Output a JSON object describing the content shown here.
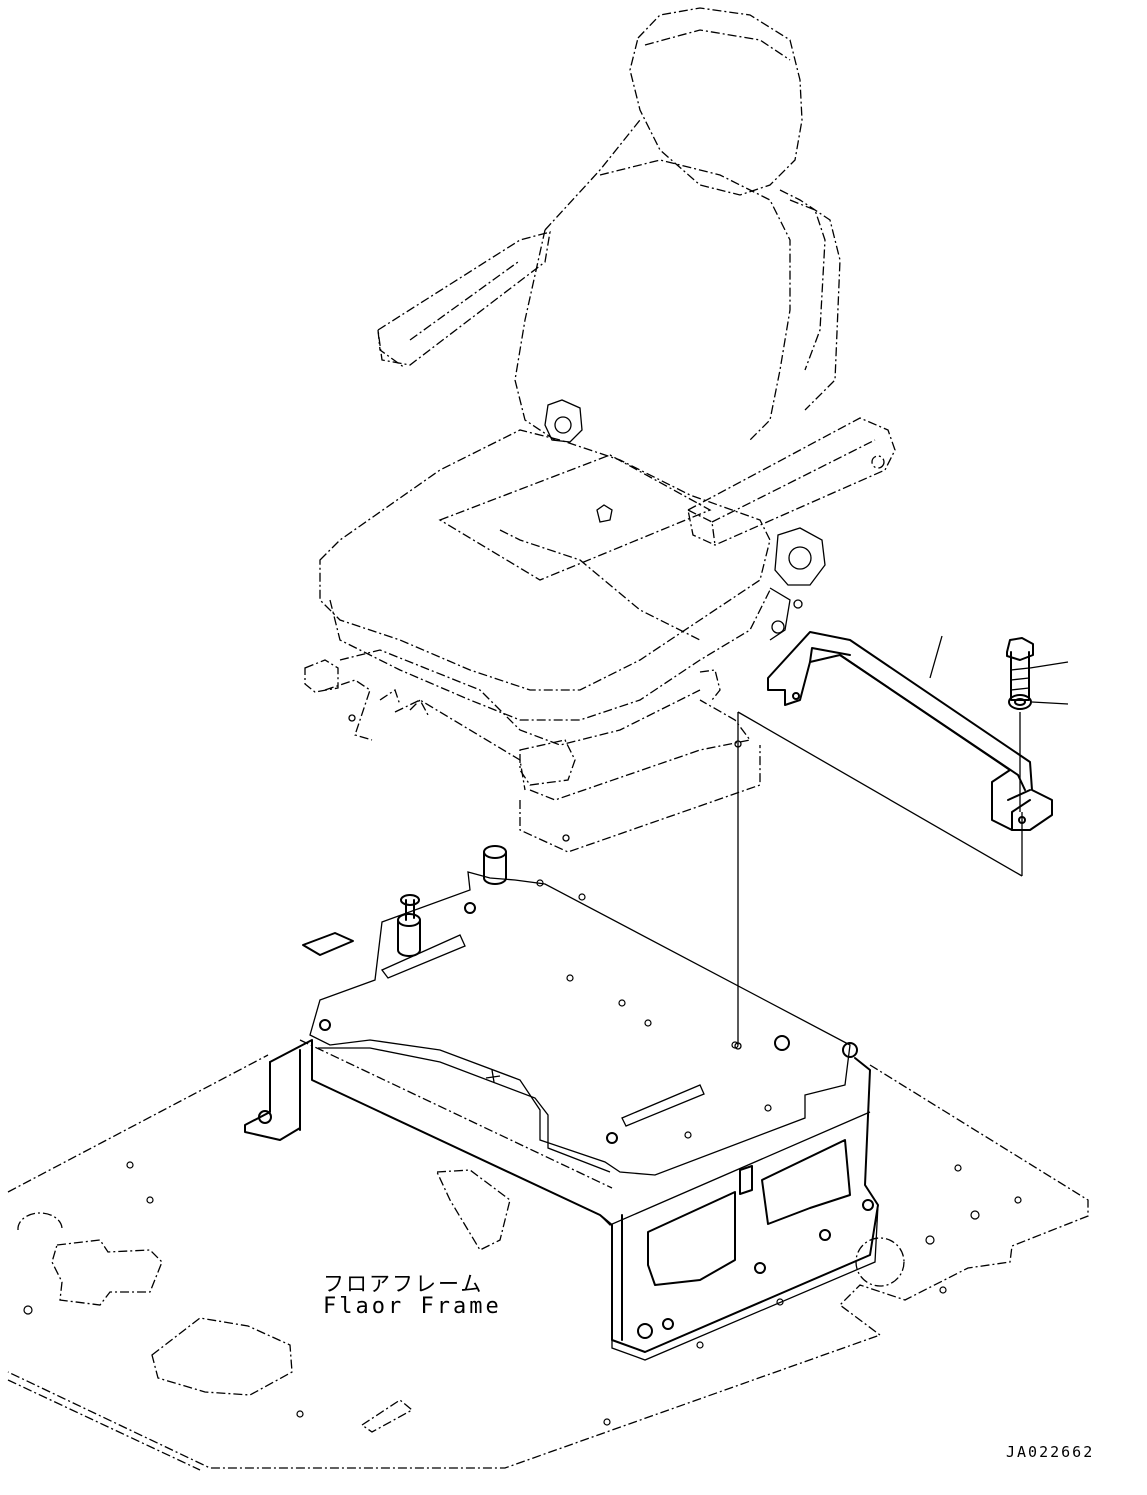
{
  "labels": {
    "floor_frame_jp": "フロアフレーム",
    "floor_frame_en": "Flaor Frame",
    "drawing_number": "JA022662"
  },
  "colors": {
    "line": "#000000",
    "background": "#ffffff"
  }
}
